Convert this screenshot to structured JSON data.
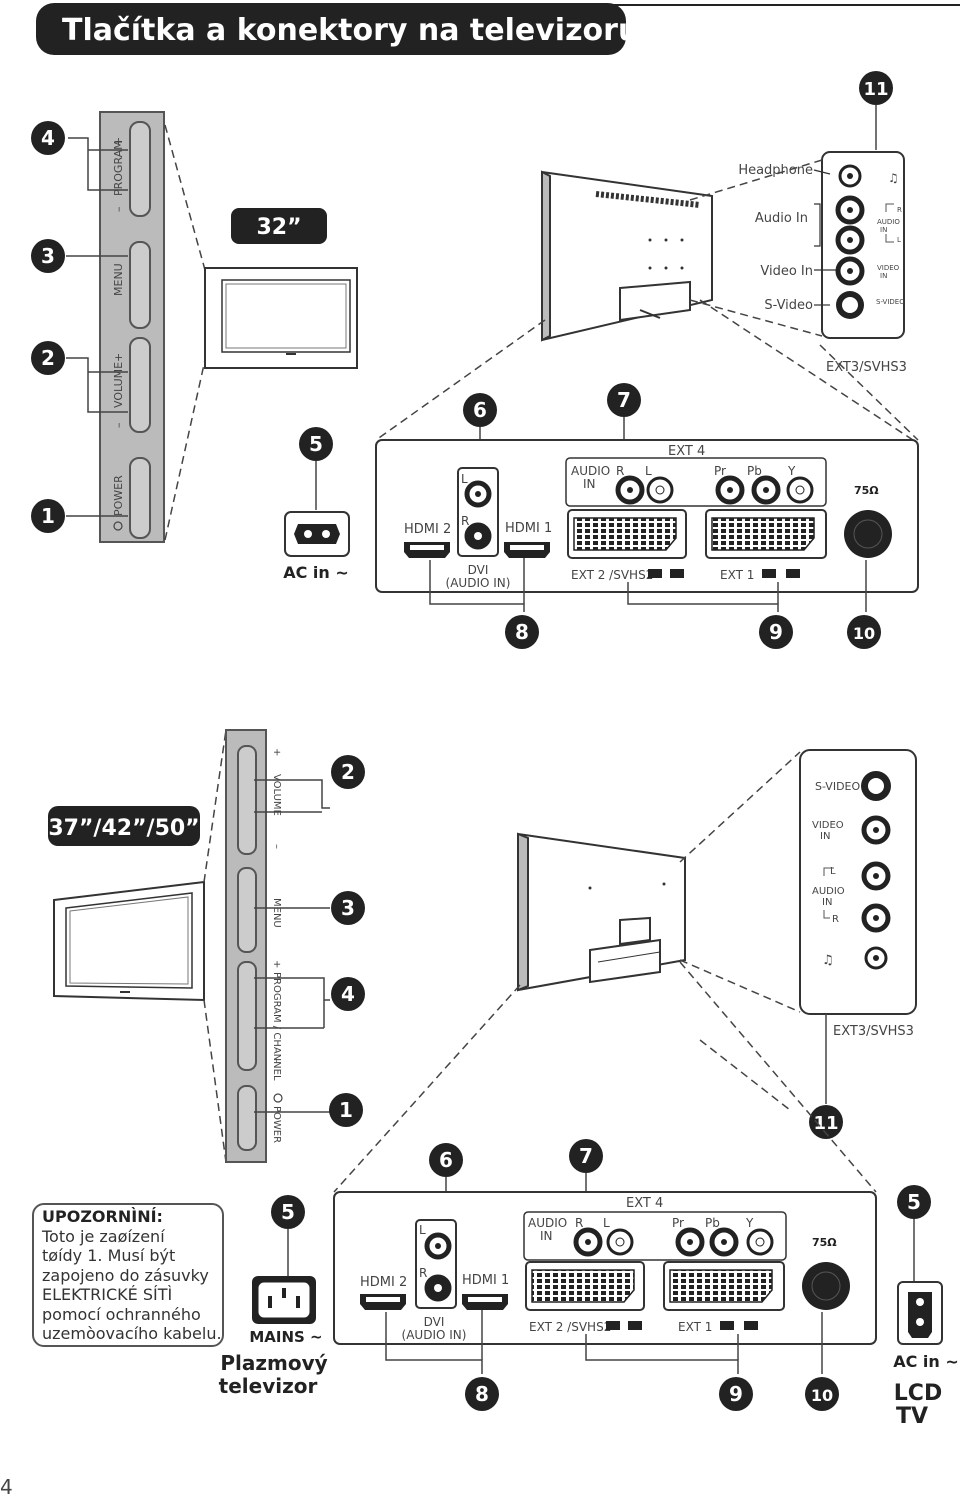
{
  "page_title": "Tlačítka a konektory na televizoru",
  "page_number": "4",
  "size_32": "32”",
  "size_large": "37”/42”/50”",
  "callouts": [
    "1",
    "2",
    "3",
    "4",
    "5",
    "6",
    "7",
    "8",
    "9",
    "10",
    "11"
  ],
  "side_panel_32": {
    "power": "POWER",
    "volume": "VOLUME",
    "menu": "MENU",
    "program": "PROGRAM",
    "minus": "–",
    "plus": "+"
  },
  "side_panel_large": {
    "volume": "VOLUME",
    "menu": "MENU",
    "program": "PROGRAM / CHANNEL",
    "power": "POWER",
    "minus": "–",
    "plus": "+"
  },
  "ext3_panel_32": {
    "headphone": "Headphone",
    "audio_in": "Audio In",
    "video_in": "Video In",
    "s_video": "S-Video",
    "small_audio": "AUDIO",
    "small_in": "IN",
    "small_video": "VIDEO",
    "small_svideo": "S-VIDEO",
    "r": "R",
    "l": "L",
    "label": "EXT3/SVHS3"
  },
  "ext3_panel_large": {
    "s_video": "S-VIDEO",
    "video": "VIDEO",
    "in": "IN",
    "audio": "AUDIO",
    "l": "L",
    "r": "R",
    "label": "EXT3/SVHS3"
  },
  "rear_panel": {
    "hdmi2": "HDMI 2",
    "hdmi1": "HDMI 1",
    "l": "L",
    "r": "R",
    "dvi": "DVI",
    "dvi_audio": "(AUDIO IN)",
    "audio": "AUDIO",
    "in": "IN",
    "ext4": "EXT 4",
    "pr": "Pr",
    "pb": "Pb",
    "y": "Y",
    "ext2": "EXT 2 /SVHS2",
    "ext1": "EXT 1",
    "ohm": "75Ω"
  },
  "ac_in": "AC in ~",
  "mains": "MAINS ~",
  "plasma_label_1": "Plazmový",
  "plasma_label_2": "televizor",
  "lcd_label_1": "LCD",
  "lcd_label_2": "TV",
  "warning": {
    "title": "UPOZORNÌNÍ:",
    "lines": [
      "Toto je zaøízení",
      "tøídy 1. Musí být",
      "zapojeno do zásuvky",
      "ELEKTRICKÉ SÍTÌ",
      "pomocí ochranného",
      "uzemòovacího kabelu."
    ]
  }
}
